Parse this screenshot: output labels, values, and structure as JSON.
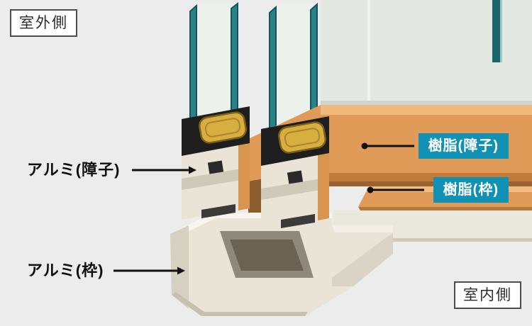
{
  "scene": {
    "outdoor_side": "室外側",
    "indoor_side": "室内側"
  },
  "callouts": {
    "aluminum_sash": "アルミ(障子)",
    "aluminum_frame": "アルミ(枠)",
    "resin_sash": "樹脂(障子)",
    "resin_frame": "樹脂(枠)"
  },
  "colors": {
    "background": "#ececec",
    "callout_teal": "#1191b4",
    "callout_text": "#ffffff",
    "leader_black": "#111111",
    "resin_orange": "#df9b57",
    "resin_orange_highlight": "#efb97e",
    "resin_orange_shadow": "#c07b3c",
    "aluminum_cream": "#e9e4d6",
    "aluminum_shadow": "#cfc9b8",
    "glass_teal_dark": "#14555c",
    "glass_teal": "#2b8286",
    "glass_sheet": "#e3e8e2",
    "gasket_black": "#1e1e1e",
    "glazing_bead_gold": "#d8ae41"
  }
}
